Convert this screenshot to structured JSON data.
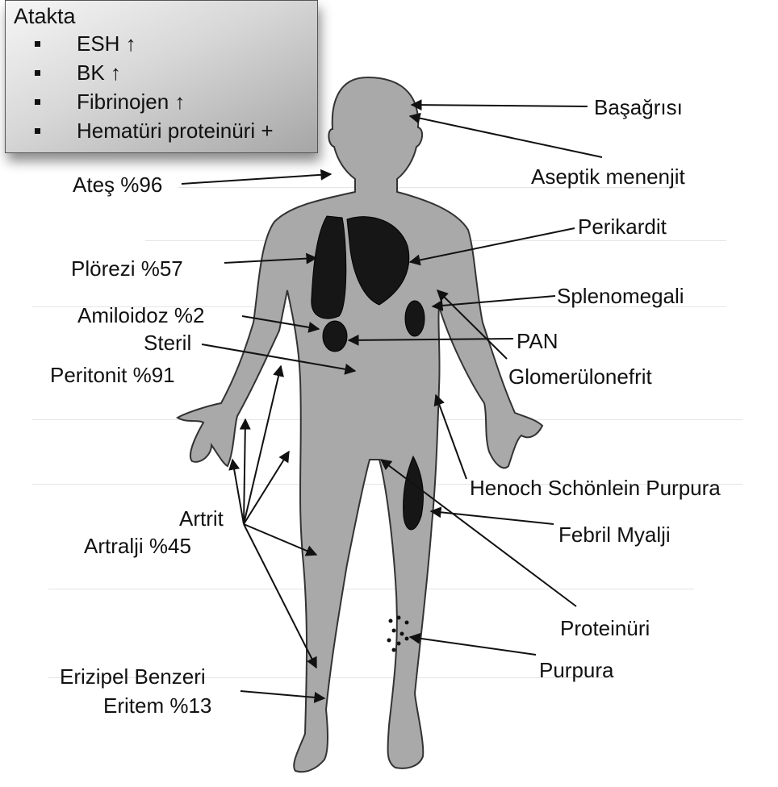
{
  "infobox": {
    "title": "Atakta",
    "items": [
      "ESH ↑",
      "BK ↑",
      "Fibrinojen ↑",
      "Hematüri proteinüri +"
    ]
  },
  "labels": {
    "basagrisi": "Başağrısı",
    "aseptik": "Aseptik menenjit",
    "ates": "Ateş %96",
    "perikardit": "Perikardit",
    "plorezi": "Plörezi %57",
    "splenomegali": "Splenomegali",
    "amiloidoz": "Amiloidoz %2",
    "steril": "Steril",
    "pan": "PAN",
    "peritonit": "Peritonit %91",
    "glomerulonefrit": "Glomerülonefrit",
    "henoch": "Henoch Schönlein Purpura",
    "artrit": "Artrit",
    "artralji": "Artralji %45",
    "febril": "Febril Myalji",
    "proteinuri": "Proteinüri",
    "purpura": "Purpura",
    "erizipel1": "Erizipel Benzeri",
    "erizipel2": "Eritem %13"
  }
}
